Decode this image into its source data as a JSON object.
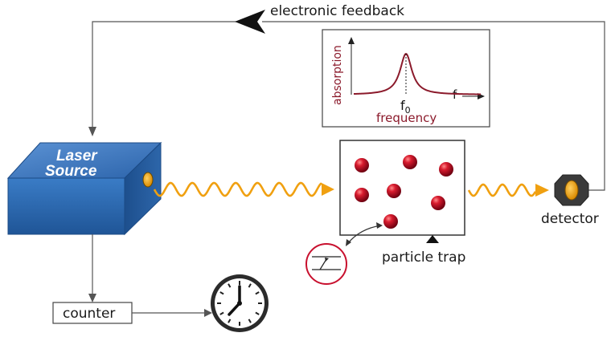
{
  "labels": {
    "feedback": "electronic feedback",
    "laser_line1": "Laser",
    "laser_line2": "Source",
    "detector": "detector",
    "particle_trap": "particle trap",
    "counter": "counter"
  },
  "inset": {
    "ylabel": "absorption",
    "xlabel": "frequency",
    "axis_arrow_label": "f",
    "peak_label": "f",
    "peak_label_sub": "0"
  },
  "colors": {
    "laser_body": "#2f6fb7",
    "beam": "#f0a010",
    "particle": "#c8102e",
    "curve": "#8b1a2b",
    "detector_lens": "#f5a623",
    "clock_ring": "#c8102e",
    "line": "#444444"
  },
  "icons": {
    "clock": "clock-icon",
    "detector": "detector-icon",
    "level_diagram": "energy-level-icon"
  }
}
